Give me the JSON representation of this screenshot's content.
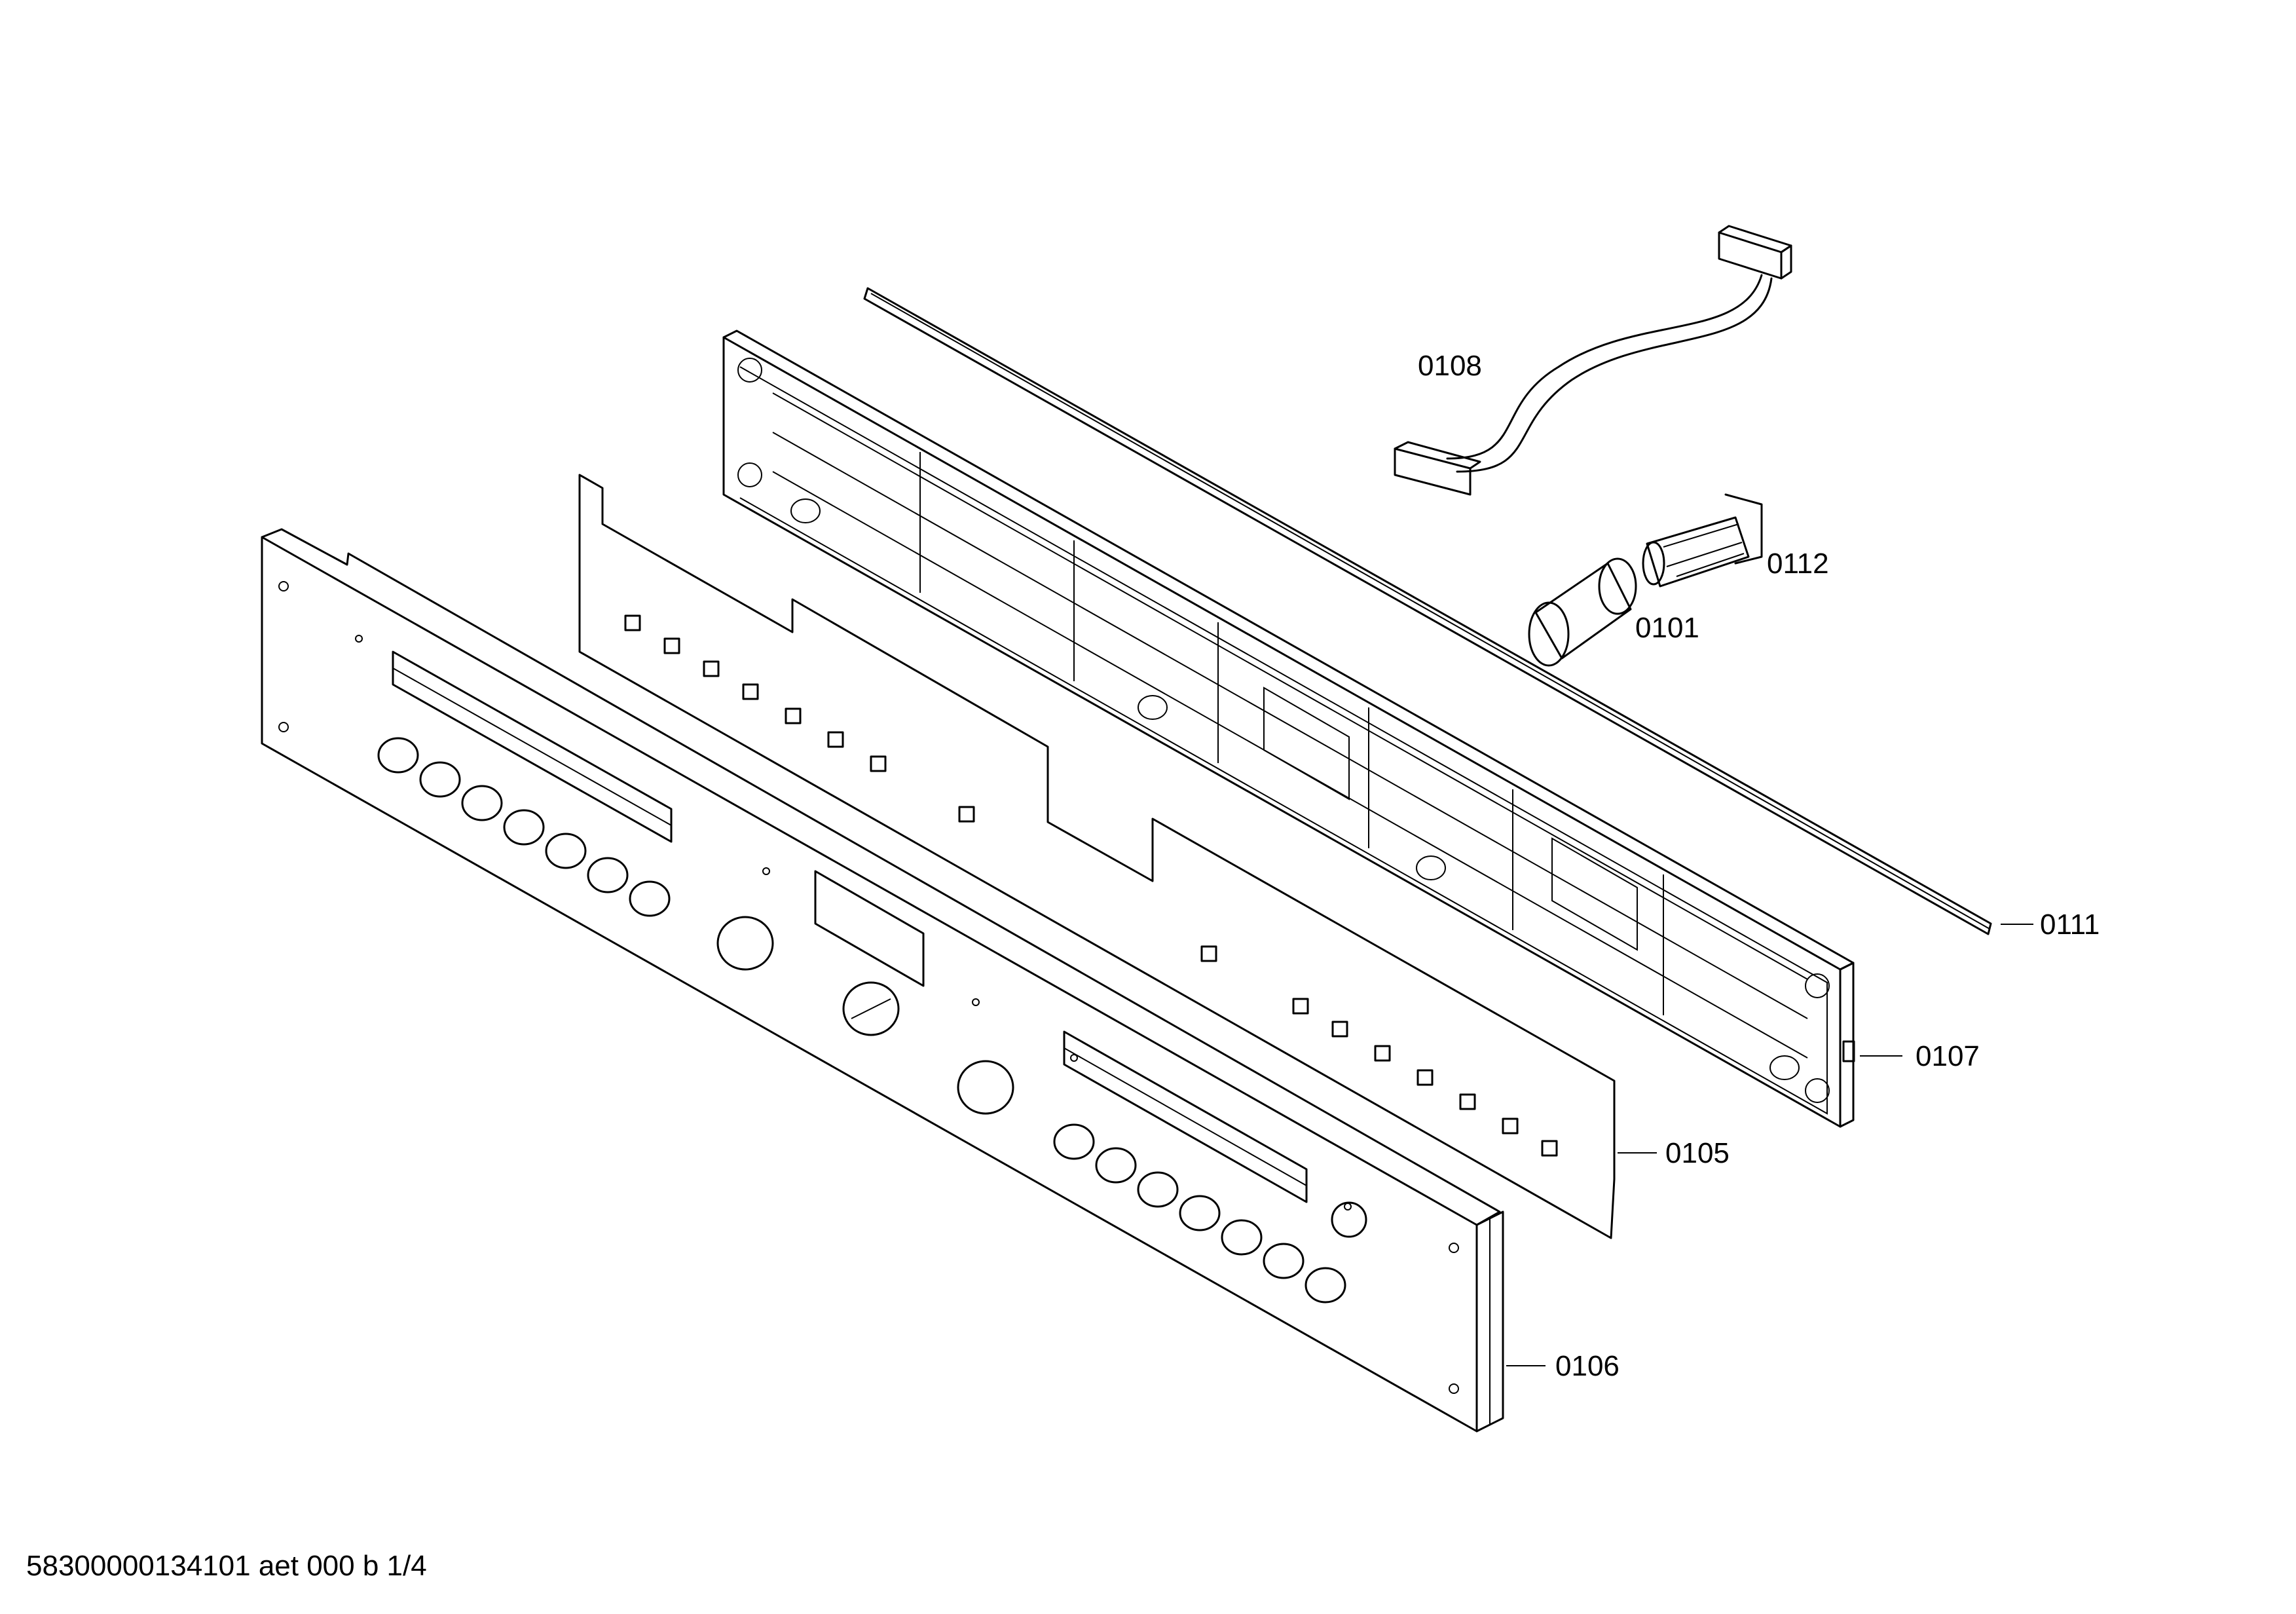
{
  "footer": {
    "drawing_id": "58300000134101 aet 000 b 1/4"
  },
  "callouts": [
    {
      "id": "0108",
      "label": "0108"
    },
    {
      "id": "0112",
      "label": "0112"
    },
    {
      "id": "0101",
      "label": "0101"
    },
    {
      "id": "0111",
      "label": "0111"
    },
    {
      "id": "0107",
      "label": "0107"
    },
    {
      "id": "0105",
      "label": "0105"
    },
    {
      "id": "0106",
      "label": "0106"
    }
  ]
}
